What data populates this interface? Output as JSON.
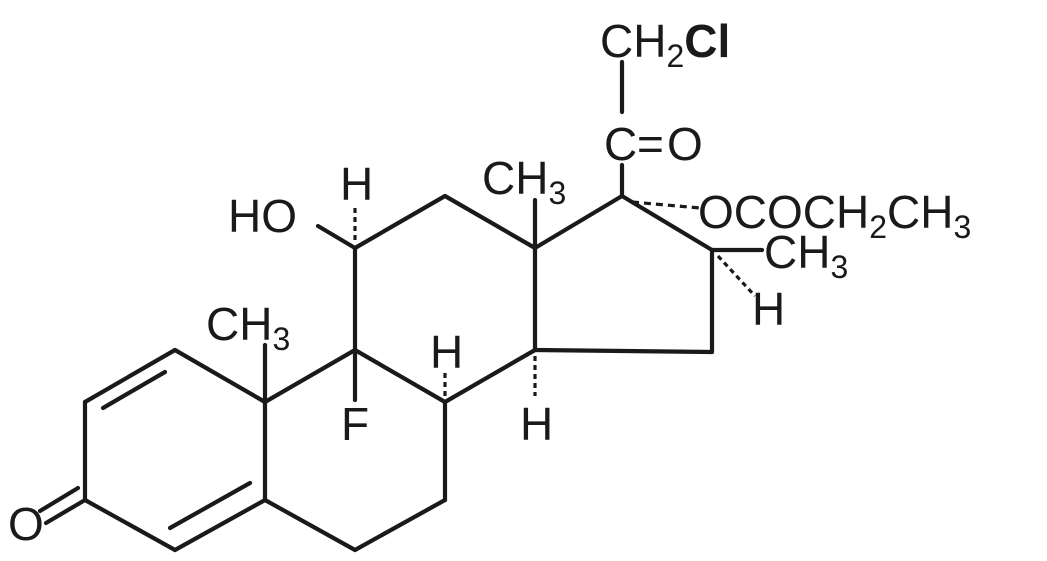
{
  "labels": {
    "ch2cl": {
      "main": "CH",
      "sub": "2",
      "tail": "Cl"
    },
    "carbonyl_c": "C",
    "carbonyl_eq": "=",
    "carbonyl_o": "O",
    "ester": {
      "pre": "OCOCH",
      "sub1": "2",
      "mid": "CH",
      "sub2": "3"
    },
    "ch3_c13": {
      "main": "CH",
      "sub": "3"
    },
    "ch3_c16": {
      "main": "CH",
      "sub": "3"
    },
    "h_c16": "H",
    "ho": "HO",
    "h_c11": "H",
    "ch3_c10": {
      "main": "CH",
      "sub": "3"
    },
    "f_c9": "F",
    "h_c8": "H",
    "h_c14": "H",
    "o_c3": "O"
  }
}
